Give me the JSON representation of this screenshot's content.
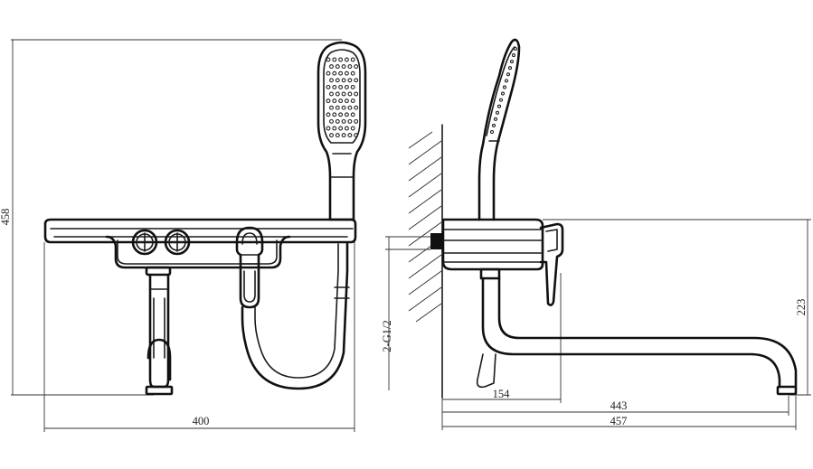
{
  "dimensions": {
    "front_total_height": "458",
    "front_total_width": "400",
    "side_thread": "2-G1/2",
    "side_height": "223",
    "side_body_depth": "154",
    "side_spout_reach": "443",
    "side_total_depth": "457"
  }
}
